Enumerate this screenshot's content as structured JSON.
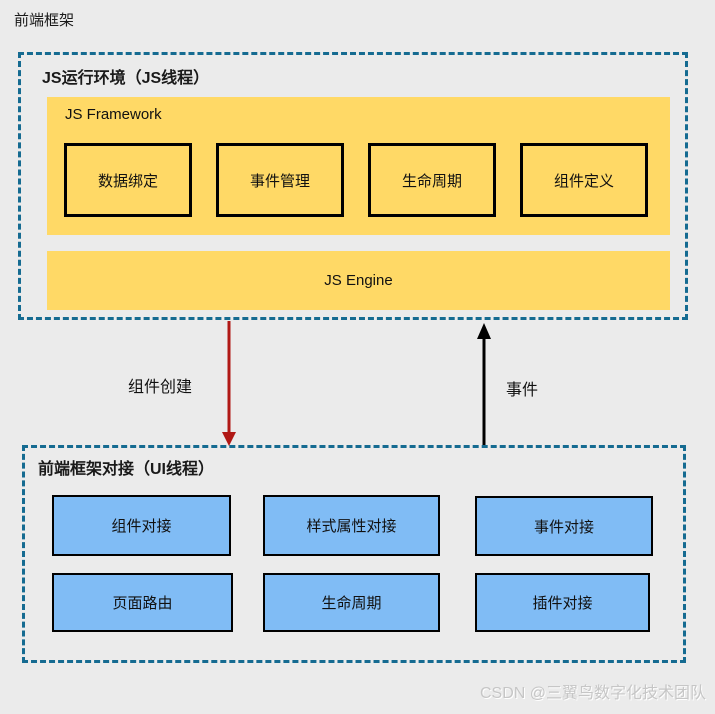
{
  "page_title": "前端框架",
  "colors": {
    "background": "#ebebeb",
    "dashed_border": "#156b91",
    "yellow_block": "#ffd966",
    "blue_block": "#80bcf5",
    "arrow_red": "#b01815",
    "arrow_black": "#000000",
    "watermark_gray": "#c6c6c6"
  },
  "upper": {
    "title": "JS运行环境（JS线程）",
    "framework_label": "JS Framework",
    "modules": [
      "数据绑定",
      "事件管理",
      "生命周期",
      "组件定义"
    ],
    "engine_label": "JS Engine"
  },
  "flow": {
    "down_label": "组件创建",
    "up_label": "事件"
  },
  "lower": {
    "title": "前端框架对接（UI线程）",
    "row1": [
      "组件对接",
      "样式属性对接",
      "事件对接"
    ],
    "row2": [
      "页面路由",
      "生命周期",
      "插件对接"
    ]
  },
  "watermark": {
    "text": "CSDN @三翼鸟数字化技术团队"
  }
}
